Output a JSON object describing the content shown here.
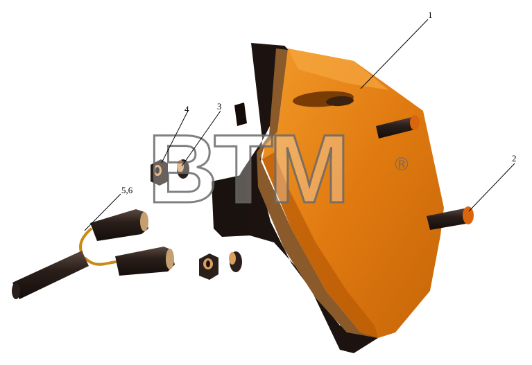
{
  "callouts": {
    "lamp_housing": "1",
    "mounting_screw": "2",
    "washer": "3",
    "nut": "4",
    "wire_connectors": "5,6"
  },
  "watermark": {
    "text": "BTM",
    "registered_mark": "®"
  },
  "colors": {
    "lens": "#e07a10",
    "lens_dark": "#b85a05",
    "body": "#1c1310",
    "hardware": "#2a1f1a",
    "bolt_tip": "#d9660c",
    "wire": "#c98a14"
  }
}
